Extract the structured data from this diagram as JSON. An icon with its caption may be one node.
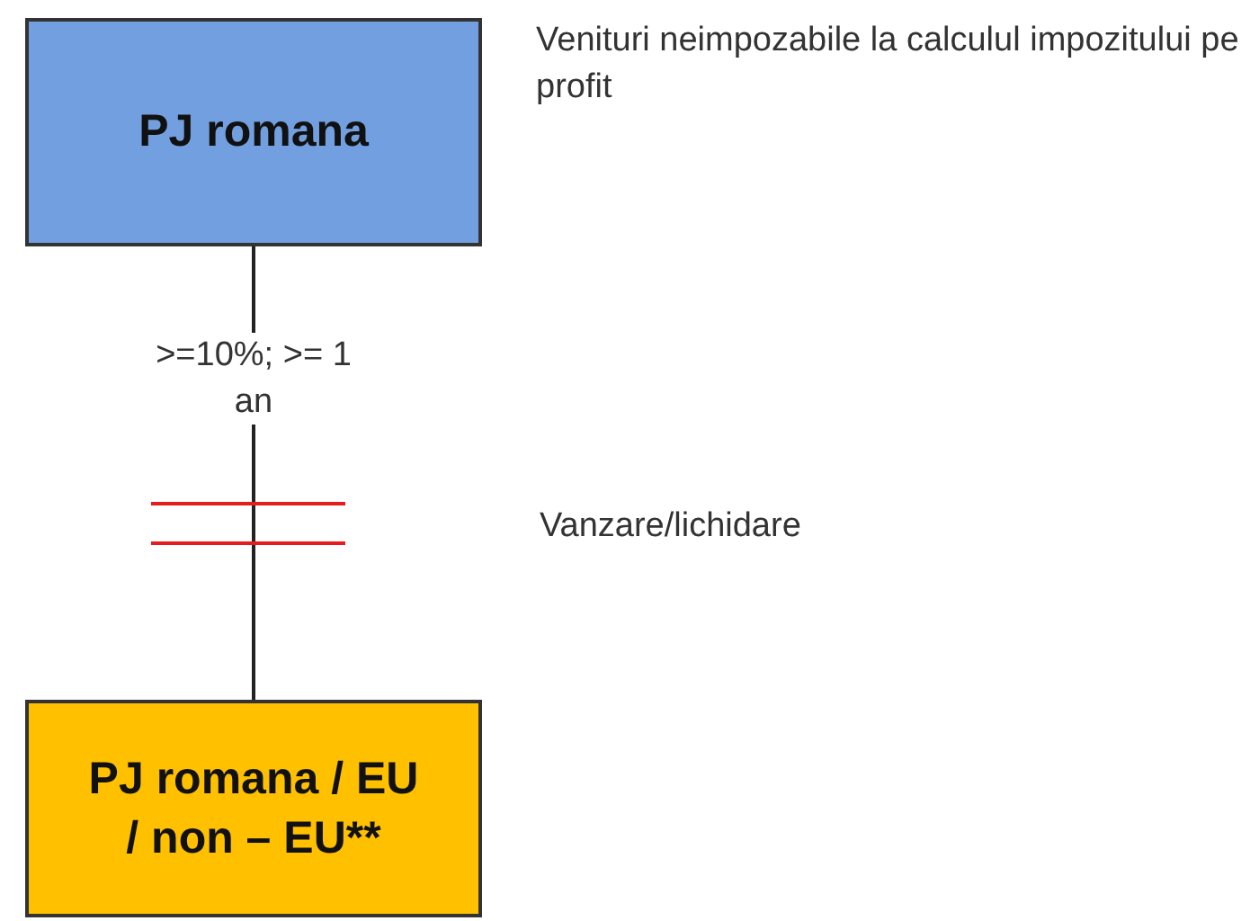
{
  "diagram": {
    "nodes": [
      {
        "text": [
          "PJ romana"
        ]
      },
      {
        "text": [
          "PJ romana / EU / non – EU**"
        ]
      }
    ],
    "edges": [
      {
        "from": 0,
        "to": 1,
        "arrow": "none",
        "label": ">=10%; >= 1 an"
      }
    ],
    "labels": [
      "Venituri neimpozabile la calculul impozitului pe profit",
      "Vanzare/lichidare"
    ]
  }
}
